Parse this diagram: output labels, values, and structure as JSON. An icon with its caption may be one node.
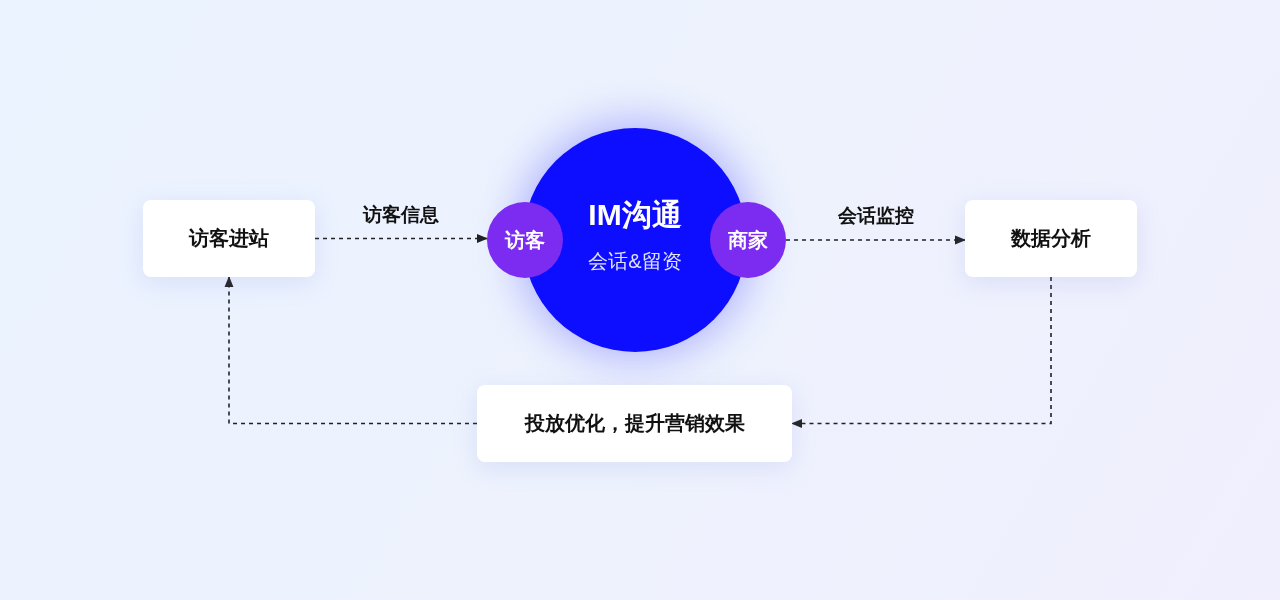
{
  "diagram": {
    "nodes": [
      {
        "text": [
          "访客进站"
        ]
      },
      {
        "text": [
          "IM沟通",
          "会话&留资"
        ]
      },
      {
        "text": [
          "访客"
        ]
      },
      {
        "text": [
          "商家"
        ]
      },
      {
        "text": [
          "数据分析"
        ]
      },
      {
        "text": [
          "投放优化，提升营销效果"
        ]
      }
    ],
    "edges": [
      {
        "from": 0,
        "to": 2,
        "arrow": "to",
        "label": "访客信息",
        "style": "dashed"
      },
      {
        "from": 3,
        "to": 4,
        "arrow": "to",
        "label": "会话监控",
        "style": "dashed"
      },
      {
        "from": 4,
        "to": 5,
        "arrow": "to",
        "style": "dashed"
      },
      {
        "from": 5,
        "to": 0,
        "arrow": "to",
        "style": "dashed"
      }
    ]
  }
}
